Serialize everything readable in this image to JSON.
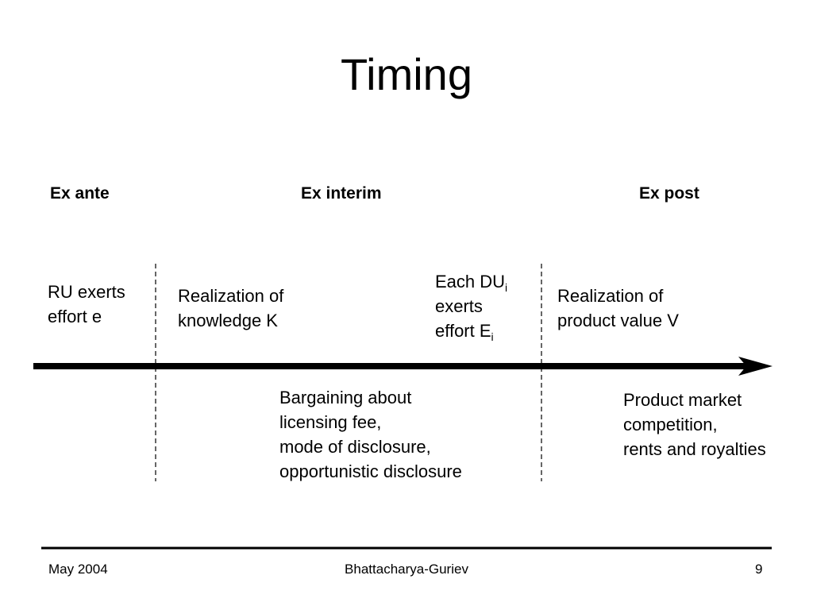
{
  "slide": {
    "title": "Timing"
  },
  "phases": {
    "ex_ante": "Ex ante",
    "ex_interim": "Ex interim",
    "ex_post": "Ex post"
  },
  "events_above": {
    "ru_effort_line1": "RU exerts",
    "ru_effort_line2": "effort e",
    "knowledge_line1": "Realization of",
    "knowledge_line2": "knowledge K",
    "du_line1_text": "Each DU",
    "du_line1_sub": "i",
    "du_line2": "exerts",
    "du_line3_text": "effort E",
    "du_line3_sub": "i",
    "value_line1": "Realization of",
    "value_line2": "product value V"
  },
  "events_below": {
    "bargaining_line1": "Bargaining about",
    "bargaining_line2": "licensing fee,",
    "bargaining_line3": "mode of disclosure,",
    "bargaining_line4": "opportunistic disclosure",
    "market_line1": "Product market",
    "market_line2": "competition,",
    "market_line3": "rents and royalties"
  },
  "footer": {
    "date": "May 2004",
    "authors": "Bhattacharya-Guriev",
    "page_number": "9"
  }
}
